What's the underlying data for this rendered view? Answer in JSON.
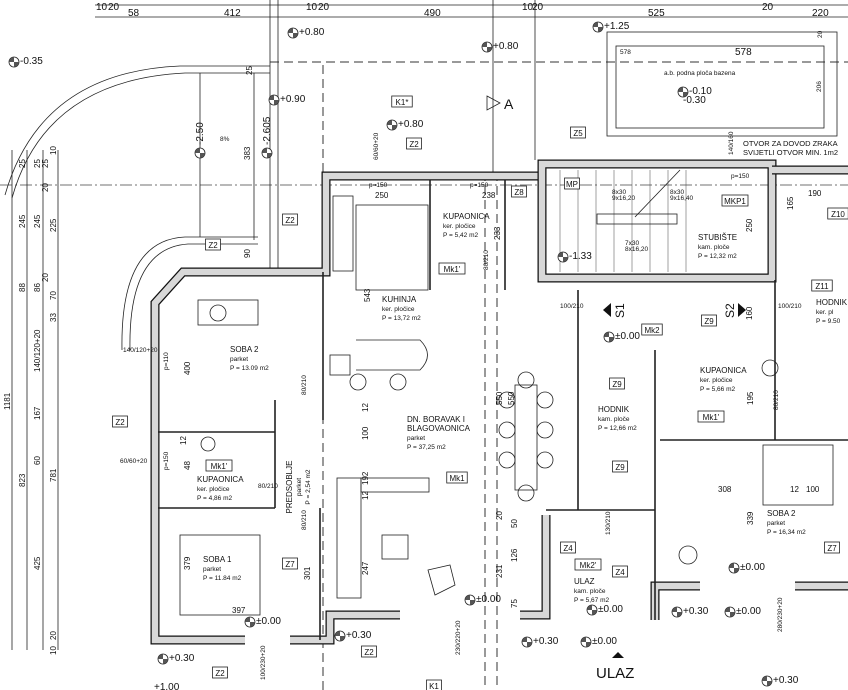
{
  "drawing": {
    "top_dims": [
      "10",
      "20",
      "58",
      "412",
      "10",
      "20",
      "490",
      "10",
      "20",
      "525",
      "20",
      "220",
      "20",
      "578",
      "206",
      "20"
    ],
    "left_dims": [
      "1181",
      "823",
      "245",
      "245",
      "225",
      "88",
      "86",
      "70",
      "140/120+20",
      "167",
      "60",
      "781",
      "425",
      "33",
      "10",
      "20",
      "25",
      "25",
      "25",
      "10",
      "20",
      "20"
    ],
    "inner_dims": [
      "383",
      "90",
      "25",
      "8%",
      "543",
      "250",
      "238",
      "233",
      "80/210",
      "60/60+20",
      "140/120+20",
      "60/60+20",
      "p=110",
      "p=150",
      "400",
      "48",
      "12",
      "80/210",
      "80/210",
      "80/210",
      "100",
      "12",
      "192",
      "12",
      "379",
      "301",
      "247",
      "397",
      "550",
      "550",
      "231",
      "126",
      "50",
      "75",
      "20",
      "130/210",
      "195",
      "308",
      "12",
      "100",
      "339",
      "80/210",
      "100/210",
      "100/210",
      "160",
      "165",
      "190",
      "250",
      "p=150",
      "p=150",
      "p=150",
      "140/160",
      "230/220+20",
      "100/230+20",
      "280/230+20",
      "20",
      "12"
    ],
    "stair_notes": [
      "8x30",
      "9x16,20",
      "8x30",
      "9x16,40",
      "7x30",
      "8x16,20"
    ],
    "section_marks": {
      "a": "A",
      "s1": "S1",
      "s2": "S2"
    }
  },
  "elevations": [
    "-0.35",
    "+0.80",
    "+0.90",
    "+0.80",
    "+0.80",
    "+1.25",
    "-0.10",
    "-0.30",
    "-2.50",
    "-2.605",
    "-1.33",
    "±0.00",
    "±0.00",
    "+0.30",
    "+0.30",
    "±0.00",
    "±0.00",
    "±0.00",
    "+0.30",
    "+0.30",
    "±0.00",
    "±0.00",
    "+0.30",
    "+1.00"
  ],
  "rooms": [
    {
      "name": "KUHINJA",
      "floor": "ker. pločice",
      "area": "P = 13,72 m2"
    },
    {
      "name": "KUPAONICA",
      "floor": "ker. pločice",
      "area": "P = 5,42 m2"
    },
    {
      "name": "SOBA 2",
      "floor": "parket",
      "area": "P = 13.09 m2"
    },
    {
      "name": "DN. BORAVAK I",
      "name2": "BLAGOVAONICA",
      "floor": "parket",
      "area": "P = 37,25 m2"
    },
    {
      "name": "KUPAONICA",
      "floor": "ker. pločice",
      "area": "P = 4,86 m2"
    },
    {
      "name": "PREDSOBLJE",
      "floor": "parket",
      "area": "P = 2,54 m2"
    },
    {
      "name": "SOBA 1",
      "floor": "parket",
      "area": "P = 11.84 m2"
    },
    {
      "name": "STUBIŠTE",
      "floor": "kam. ploče",
      "area": "P = 12,32 m2"
    },
    {
      "name": "HODNIK",
      "floor": "kam. ploče",
      "area": "P = 12,66 m2"
    },
    {
      "name": "HODNIK",
      "floor": "ker. pl",
      "area": "P = 9.50"
    },
    {
      "name": "KUPAONICA",
      "floor": "ker. pločice",
      "area": "P = 5,66 m2"
    },
    {
      "name": "SOBA 2",
      "floor": "parket",
      "area": "P = 16,34 m2"
    },
    {
      "name": "ULAZ",
      "floor": "kam. ploče",
      "area": "P = 5,67 m2"
    }
  ],
  "notes": {
    "pool": "a.b. podna ploča bazena",
    "air_1": "OTVOR ZA DOVOD ZRAKA",
    "air_2": "SVIJETLI OTVOR MIN. 1m2",
    "entrance": "ULAZ"
  },
  "tags": [
    "K1*",
    "Z2",
    "Z5",
    "Z8",
    "MP",
    "MKP1",
    "Z10",
    "Z11",
    "Z2",
    "Z2",
    "Z2",
    "Mk1'",
    "Mk2",
    "Z9",
    "Z9",
    "Mk1'",
    "Z9",
    "Mk1",
    "Mk1'",
    "Z7",
    "Z4",
    "Mk2'",
    "Z4",
    "Z7",
    "Z2",
    "Z2",
    "K1"
  ]
}
